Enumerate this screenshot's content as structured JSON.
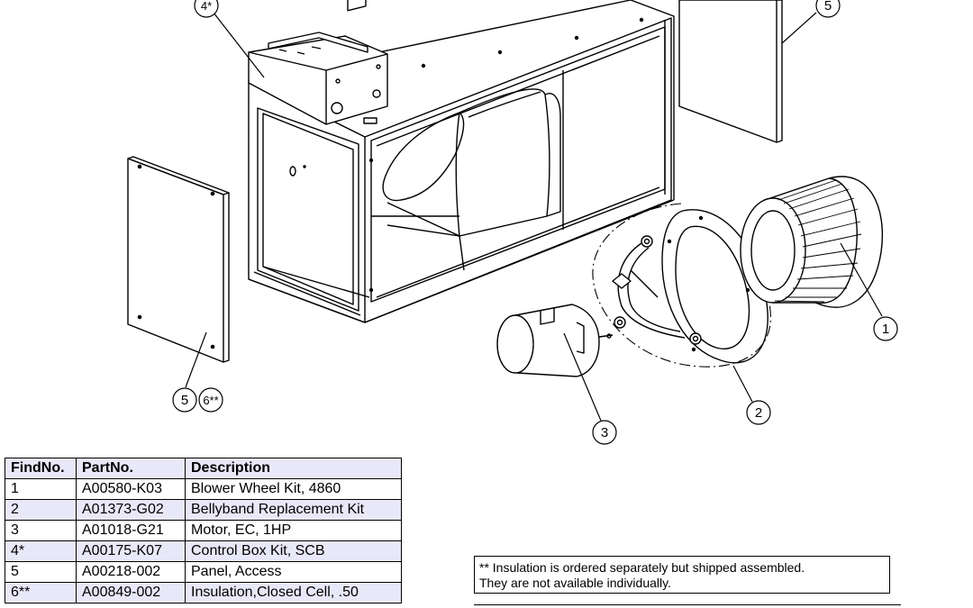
{
  "callouts": {
    "c1": "1",
    "c2": "2",
    "c3": "3",
    "c4": "4*",
    "c5_top": "5",
    "c5_bottom": "5",
    "c6": "6**"
  },
  "table": {
    "headers": [
      "FindNo.",
      "PartNo.",
      "Description"
    ],
    "rows": [
      [
        "1",
        "A00580-K03",
        "Blower Wheel Kit, 4860"
      ],
      [
        "2",
        "A01373-G02",
        "Bellyband Replacement Kit"
      ],
      [
        "3",
        "A01018-G21",
        "Motor, EC, 1HP"
      ],
      [
        "4*",
        "A00175-K07",
        "Control Box Kit, SCB"
      ],
      [
        "5",
        "A00218-002",
        "Panel, Access"
      ],
      [
        "6**",
        "A00849-002",
        "Insulation,Closed Cell, .50"
      ]
    ]
  },
  "note": {
    "line1": "** Insulation is ordered separately but shipped assembled.",
    "line2": "They are not available individually."
  }
}
